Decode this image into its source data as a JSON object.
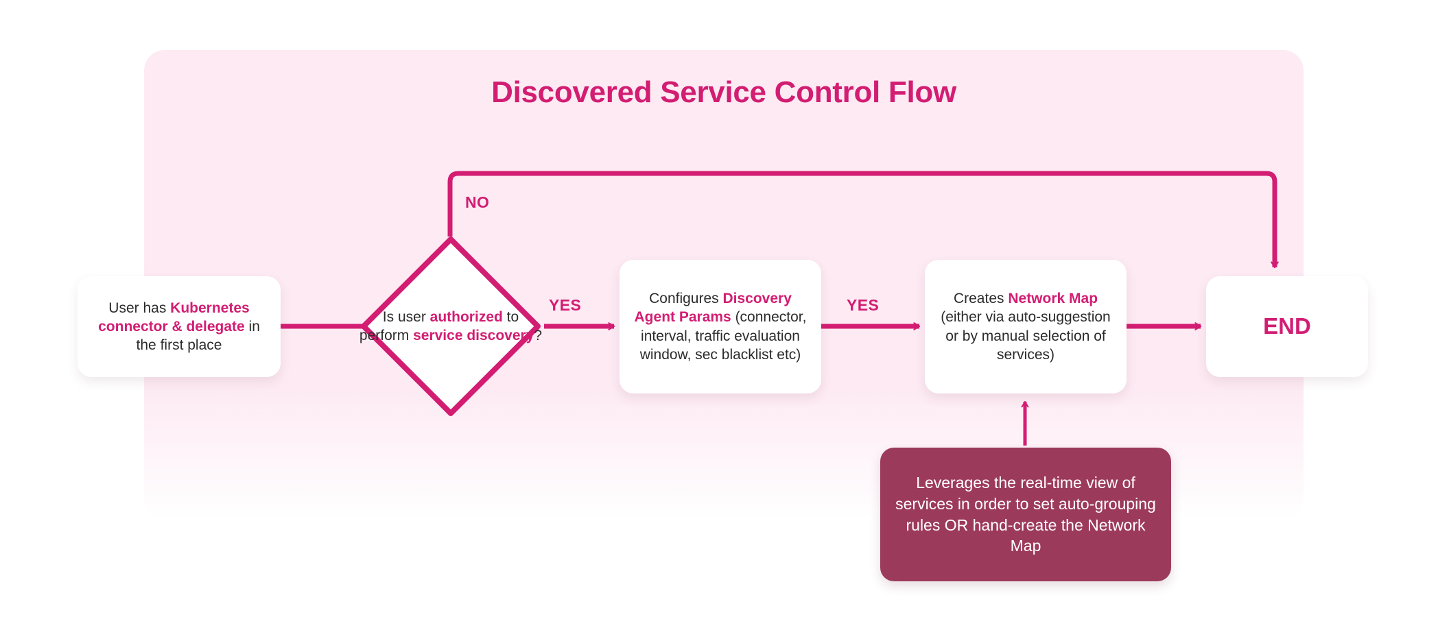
{
  "diagram": {
    "title": "Discovered Service Control Flow",
    "colors": {
      "accent": "#d21d72",
      "panel_bg": "#fdeaf3",
      "note_bg": "#9c3a5c",
      "node_bg": "#ffffff",
      "body_text": "#2b2b2b"
    },
    "nodes": {
      "start": {
        "segments": [
          {
            "text": "User has ",
            "emphasis": false
          },
          {
            "text": "Kubernetes connector & delegate",
            "emphasis": true
          },
          {
            "text": " in the first place",
            "emphasis": false
          }
        ],
        "plain": "User has Kubernetes connector & delegate in the first place"
      },
      "decision": {
        "segments": [
          {
            "text": "Is user ",
            "emphasis": false
          },
          {
            "text": "authorized",
            "emphasis": true
          },
          {
            "text": " to perform ",
            "emphasis": false
          },
          {
            "text": "service discovery",
            "emphasis": true
          },
          {
            "text": "?",
            "emphasis": false
          }
        ],
        "plain": "Is user authorized to perform service discovery?"
      },
      "params": {
        "segments": [
          {
            "text": "Configures ",
            "emphasis": false
          },
          {
            "text": "Discovery Agent Params",
            "emphasis": true
          },
          {
            "text": " (connector, interval, traffic evaluation window, sec blacklist etc)",
            "emphasis": false
          }
        ],
        "plain": "Configures Discovery Agent Params (connector, interval, traffic evaluation window, sec blacklist etc)"
      },
      "map": {
        "segments": [
          {
            "text": "Creates ",
            "emphasis": false
          },
          {
            "text": "Network Map",
            "emphasis": true
          },
          {
            "text": " (either via auto-suggestion or by manual selection of services)",
            "emphasis": false
          }
        ],
        "plain": "Creates Network Map (either via auto-suggestion or by manual selection of services)"
      },
      "end": {
        "label": "END"
      },
      "note": {
        "text": "Leverages the real-time view of services in order to set auto-grouping rules OR hand-create the Network Map"
      }
    },
    "edges": {
      "no_label": "NO",
      "yes_label_1": "YES",
      "yes_label_2": "YES"
    }
  }
}
